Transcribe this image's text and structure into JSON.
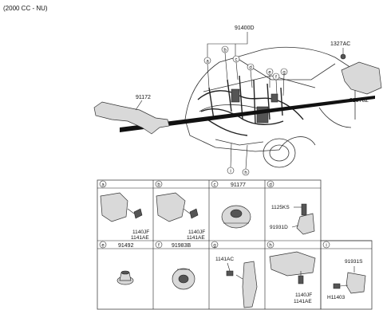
{
  "header": {
    "title": "(2000 CC - NU)"
  },
  "main_diagram": {
    "labels": {
      "harness": "91400D",
      "box": "1327AC",
      "box_part": "91970Z",
      "left_part": "91172"
    },
    "callouts": [
      "a",
      "b",
      "c",
      "d",
      "e",
      "f",
      "g",
      "h",
      "i"
    ]
  },
  "cells": [
    {
      "letter": "a",
      "parts": [
        "1140JF",
        "1141AE"
      ]
    },
    {
      "letter": "b",
      "parts": [
        "1140JF",
        "1141AE"
      ]
    },
    {
      "letter": "c",
      "parts": [
        "91177"
      ]
    },
    {
      "letter": "d",
      "parts": [
        "1125KS",
        "91931D"
      ]
    },
    {
      "letter": "e",
      "parts": [
        "91492"
      ]
    },
    {
      "letter": "f",
      "parts": [
        "91983B"
      ]
    },
    {
      "letter": "g",
      "parts": [
        "1141AC"
      ]
    },
    {
      "letter": "h",
      "parts": [
        "1140JF",
        "1141AE"
      ]
    },
    {
      "letter": "i",
      "parts": [
        "91931S",
        "H11403"
      ]
    }
  ]
}
